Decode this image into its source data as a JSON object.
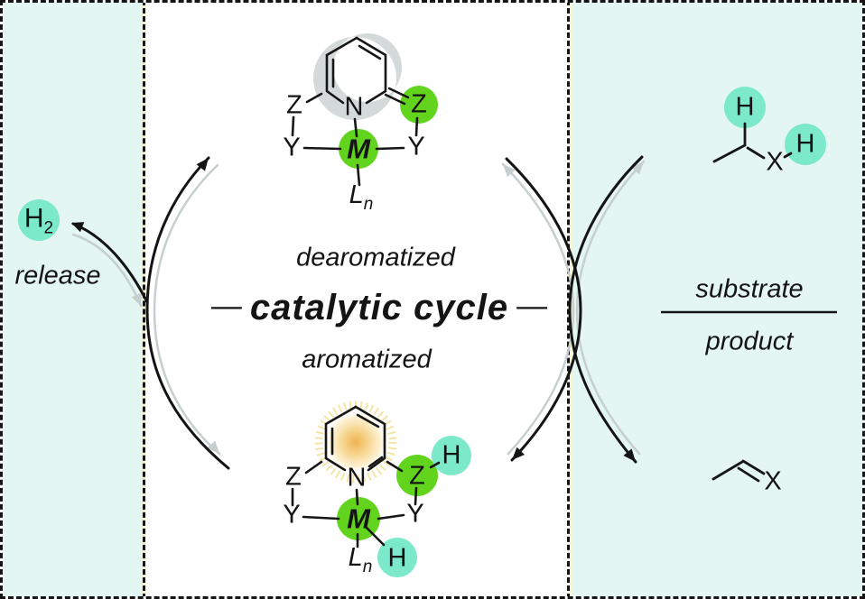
{
  "colors": {
    "side_panel_bg": "#e4f6f2",
    "center_panel_bg": "#ffffff",
    "dashed_border": "#151515",
    "center_border_underlay": "#faf4cb",
    "highlight_green": "#63d41d",
    "highlight_cyan": "#7ce9cb",
    "arrow_black": "#141414",
    "arrow_gray": "#c6cfcf",
    "crescent_gray": "#d2d8d8",
    "sun_glow": "#f2b95c",
    "text_black": "#141414"
  },
  "left_panel": {
    "h2": {
      "symbol": "H",
      "subscript": "2"
    },
    "release_label": "release"
  },
  "center_panel": {
    "labels": {
      "dearomatized": "dearomatized",
      "cycle": "catalytic cycle",
      "dash": "—",
      "aromatized": "aromatized"
    },
    "top_complex": {
      "z_left": "Z",
      "n": "N",
      "z_right": "Z",
      "y_left": "Y",
      "m": "M",
      "y_right": "Y",
      "ligand": "L",
      "ligand_sub": "n"
    },
    "bottom_complex": {
      "z_left": "Z",
      "n": "N",
      "z_right": "Z",
      "h_on_z": "H",
      "y_left": "Y",
      "m": "M",
      "y_right": "Y",
      "ligand": "L",
      "ligand_sub": "n",
      "h_on_m": "H"
    }
  },
  "right_panel": {
    "substrate_label": "substrate",
    "product_label": "product",
    "substrate_molecule": {
      "h_top": "H",
      "h_right": "H",
      "x": "X"
    },
    "product_molecule": {
      "x": "X"
    }
  }
}
